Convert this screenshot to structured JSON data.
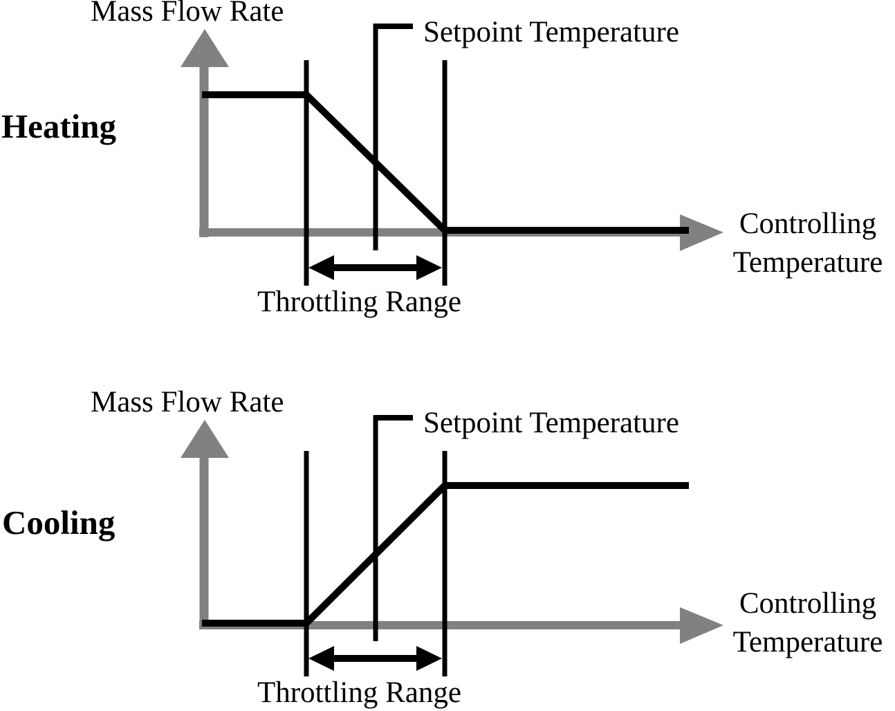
{
  "colors": {
    "axis_gray": "#818181",
    "curve_black": "#000000",
    "background": "#ffffff"
  },
  "heating": {
    "row_label": "Heating",
    "y_axis_label": "Mass Flow Rate",
    "x_axis_label_line1": "Controlling",
    "x_axis_label_line2": "Temperature",
    "setpoint_label": "Setpoint Temperature",
    "throttling_label": "Throttling Range"
  },
  "cooling": {
    "row_label": "Cooling",
    "y_axis_label": "Mass Flow Rate",
    "x_axis_label_line1": "Controlling",
    "x_axis_label_line2": "Temperature",
    "setpoint_label": "Setpoint Temperature",
    "throttling_label": "Throttling Range"
  },
  "chart_data": [
    {
      "type": "line",
      "title": "Heating",
      "xlabel": "Controlling Temperature",
      "ylabel": "Mass Flow Rate",
      "qualitative": true,
      "grid": false,
      "legend_position": "none",
      "x": [
        "origin",
        "throttling range start",
        "setpoint temperature",
        "throttling range end",
        "right end of axis"
      ],
      "series": [
        {
          "name": "heating mass flow rate",
          "values": [
            "max",
            "max",
            "half",
            "zero",
            "zero"
          ]
        }
      ],
      "annotations": [
        "Setpoint Temperature marked by vertical line at midpoint of throttling range",
        "Throttling Range indicated by double-headed arrow between two vertical markers"
      ]
    },
    {
      "type": "line",
      "title": "Cooling",
      "xlabel": "Controlling Temperature",
      "ylabel": "Mass Flow Rate",
      "qualitative": true,
      "grid": false,
      "legend_position": "none",
      "x": [
        "origin",
        "throttling range start",
        "setpoint temperature",
        "throttling range end",
        "right end of axis"
      ],
      "series": [
        {
          "name": "cooling mass flow rate",
          "values": [
            "zero",
            "zero",
            "half",
            "max",
            "max"
          ]
        }
      ],
      "annotations": [
        "Setpoint Temperature marked by vertical line at midpoint of throttling range",
        "Throttling Range indicated by double-headed arrow between two vertical markers"
      ]
    }
  ]
}
